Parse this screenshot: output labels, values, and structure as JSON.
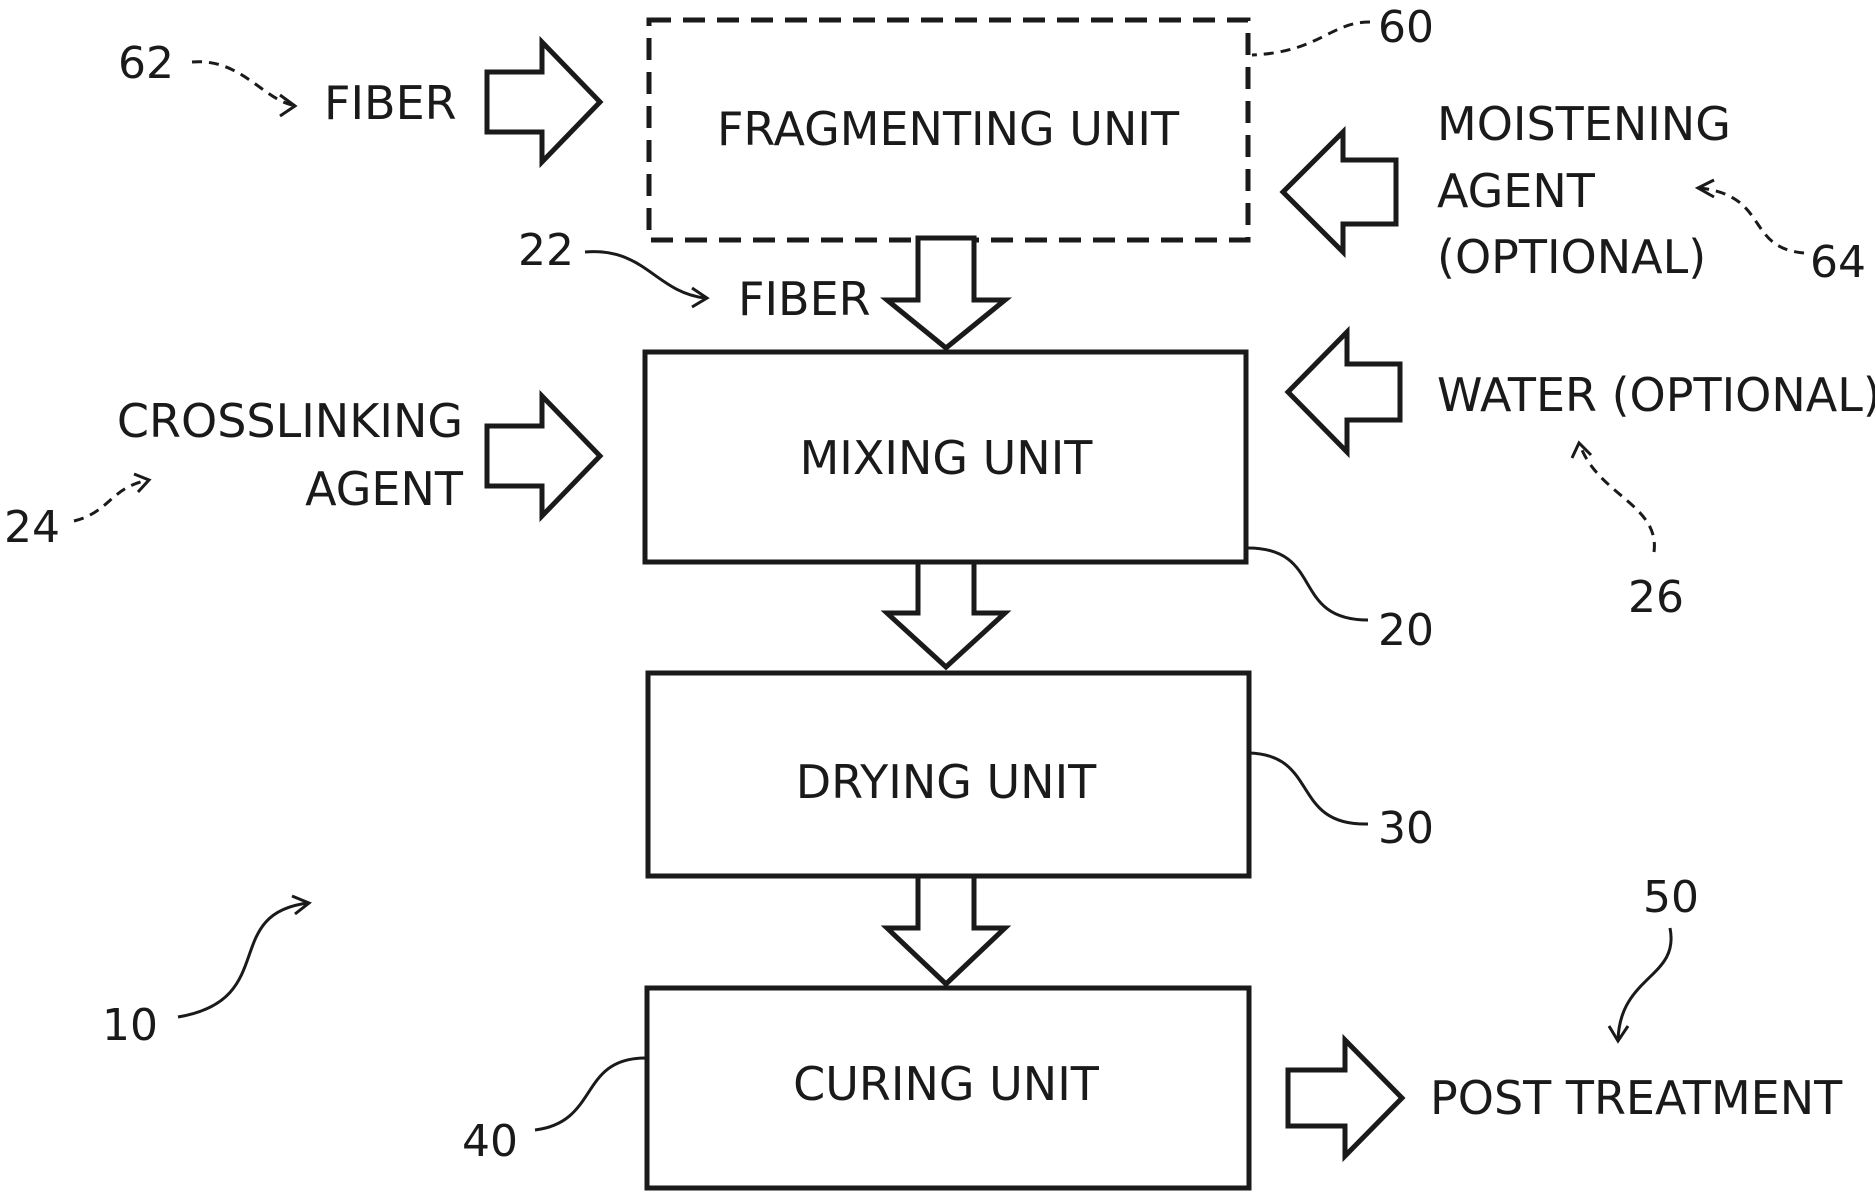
{
  "units": {
    "fragmenting": "FRAGMENTING UNIT",
    "mixing": "MIXING UNIT",
    "drying": "DRYING UNIT",
    "curing": "CURING UNIT"
  },
  "inputs": {
    "fiber_top": "FIBER",
    "fiber_mid": "FIBER",
    "crosslinking_line1": "CROSSLINKING",
    "crosslinking_line2": "AGENT",
    "moistening_line1": "MOISTENING",
    "moistening_line2": "AGENT",
    "moistening_line3": "(OPTIONAL)",
    "water": "WATER (OPTIONAL)",
    "post_treatment": "POST TREATMENT"
  },
  "refs": {
    "r10": "10",
    "r20": "20",
    "r22": "22",
    "r24": "24",
    "r26": "26",
    "r30": "30",
    "r40": "40",
    "r50": "50",
    "r60": "60",
    "r62": "62",
    "r64": "64"
  }
}
